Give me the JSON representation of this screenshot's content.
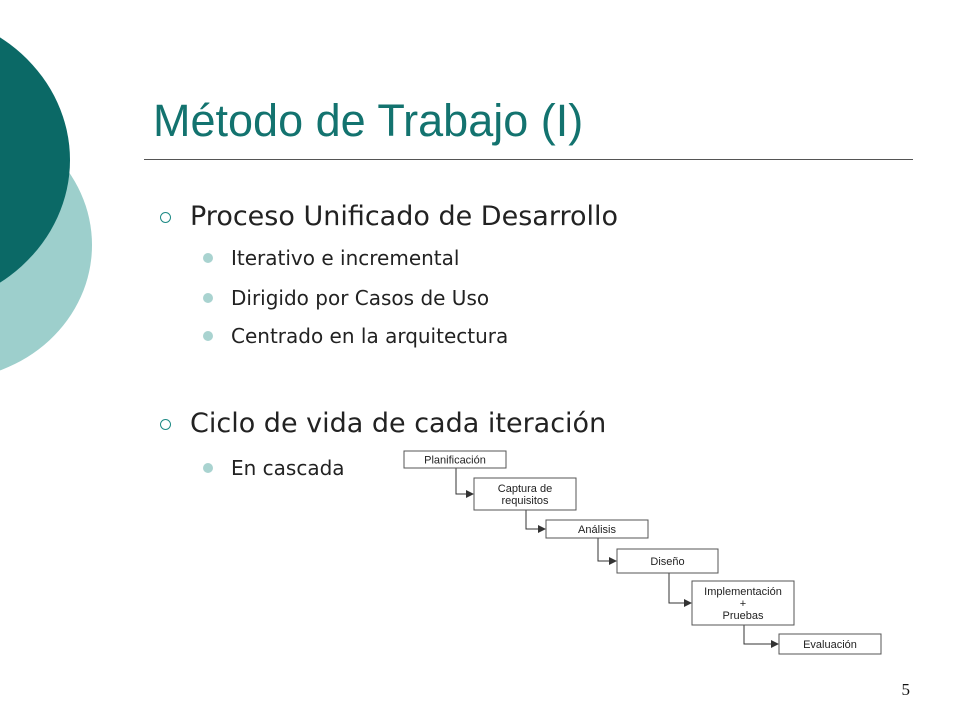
{
  "slide": {
    "title": "Método de Trabajo (I)",
    "page_number": "5",
    "colors": {
      "title": "#13736f",
      "deco_dark": "#0b6966",
      "deco_light": "#9dcfcc",
      "bullet_ring": "#1e8a85",
      "bullet_dot": "#a9d3d0"
    }
  },
  "bullets": [
    {
      "text": "Proceso Unificado de Desarrollo",
      "icon": "ring-bullet-icon",
      "sub": [
        "Iterativo e incremental",
        "Dirigido por Casos de Uso",
        "Centrado en la arquitectura"
      ]
    },
    {
      "text": "Ciclo de vida de cada iteración",
      "icon": "ring-bullet-icon",
      "sub": [
        "En cascada"
      ]
    }
  ],
  "waterfall": {
    "steps": [
      [
        "Planificación"
      ],
      [
        "Captura de",
        "requisitos"
      ],
      [
        "Análisis"
      ],
      [
        "Diseño"
      ],
      [
        "Implementación",
        "+",
        "Pruebas"
      ],
      [
        "Evaluación"
      ]
    ]
  }
}
